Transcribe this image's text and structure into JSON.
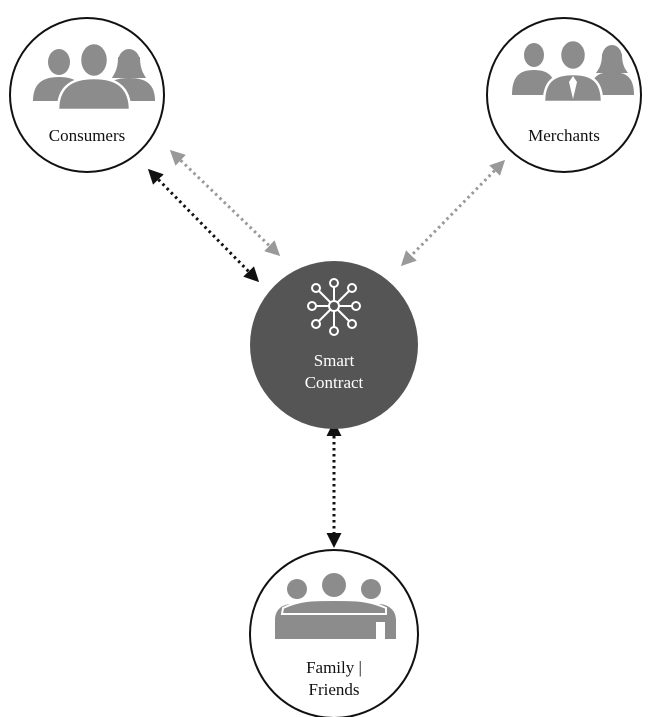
{
  "nodes": {
    "consumers": {
      "label": "Consumers",
      "icon": "consumers-group-icon"
    },
    "merchants": {
      "label": "Merchants",
      "icon": "business-people-icon"
    },
    "smart_contract": {
      "label_line1": "Smart",
      "label_line2": "Contract",
      "icon": "network-hub-icon"
    },
    "family": {
      "label_line1": "Family |",
      "label_line2": "Friends",
      "icon": "family-embrace-icon"
    }
  },
  "connections": [
    {
      "from": "consumers",
      "to": "smart_contract",
      "style": "dotted-black",
      "direction": "both"
    },
    {
      "from": "consumers",
      "to": "smart_contract",
      "style": "dotted-gray",
      "direction": "both"
    },
    {
      "from": "merchants",
      "to": "smart_contract",
      "style": "dotted-gray",
      "direction": "both"
    },
    {
      "from": "smart_contract",
      "to": "family",
      "style": "dotted-black",
      "direction": "both"
    }
  ],
  "colors": {
    "node_border": "#111111",
    "icon_gray": "#8c8c8c",
    "center_fill": "#555555",
    "arrow_black": "#111111",
    "arrow_gray": "#999999"
  }
}
